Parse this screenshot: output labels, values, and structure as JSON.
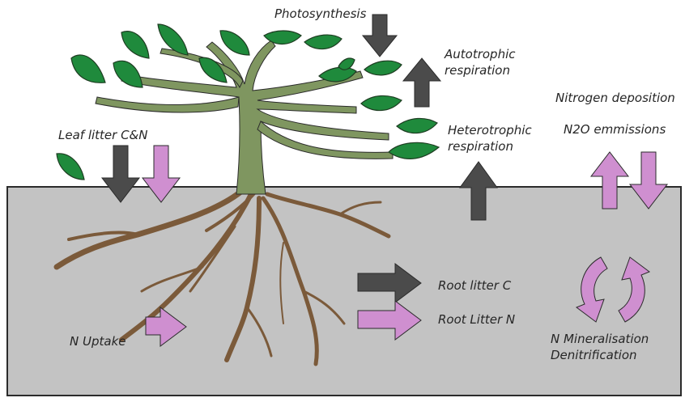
{
  "labels": {
    "photosynthesis": "Photosynthesis",
    "autotrophic_1": "Autotrophic",
    "autotrophic_2": "respiration",
    "heterotrophic_1": "Heterotrophic",
    "heterotrophic_2": "respiration",
    "nitrogen_deposition": "Nitrogen deposition",
    "n2o_emissions": "N2O emmissions",
    "leaf_litter": "Leaf litter C&N",
    "root_litter_c": "Root litter C",
    "root_litter_n": "Root Litter N",
    "n_uptake": "N Uptake",
    "n_mineralisation": "N Mineralisation",
    "denitrification": "Denitrification"
  },
  "colors": {
    "soil": "#c3c3c3",
    "trunk": "#7f9660",
    "leaf": "#1f8a3c",
    "root": "#7b5a3a",
    "carbon_arrow": "#4b4b4b",
    "nitrogen_arrow": "#cf8fd0",
    "outline": "#2b2b2b"
  },
  "legend_semantics": {
    "carbon_flux_color": "grey",
    "nitrogen_flux_color": "pink"
  }
}
